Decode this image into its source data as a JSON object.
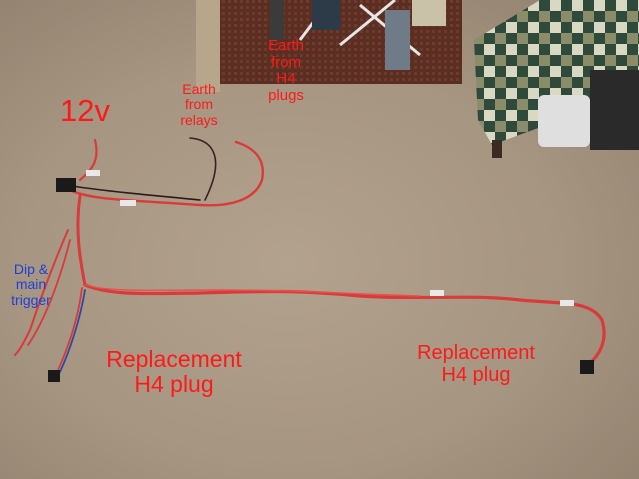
{
  "photo": {
    "subject": "wiring-harness-on-carpet",
    "colors": {
      "carpet": "#a89783",
      "wire": "#d93a3a",
      "label_red": "#ff1a1a",
      "label_blue": "#1f3fd8"
    }
  },
  "labels": {
    "power": "12v",
    "earth_relays": "Earth\nfrom\nrelays",
    "earth_h4": "Earth\nfrom\nH4\nplugs",
    "dip_main": "Dip &\nmain\ntrigger",
    "replacement_left": "Replacement\nH4 plug",
    "replacement_right": "Replacement\nH4 plug"
  }
}
